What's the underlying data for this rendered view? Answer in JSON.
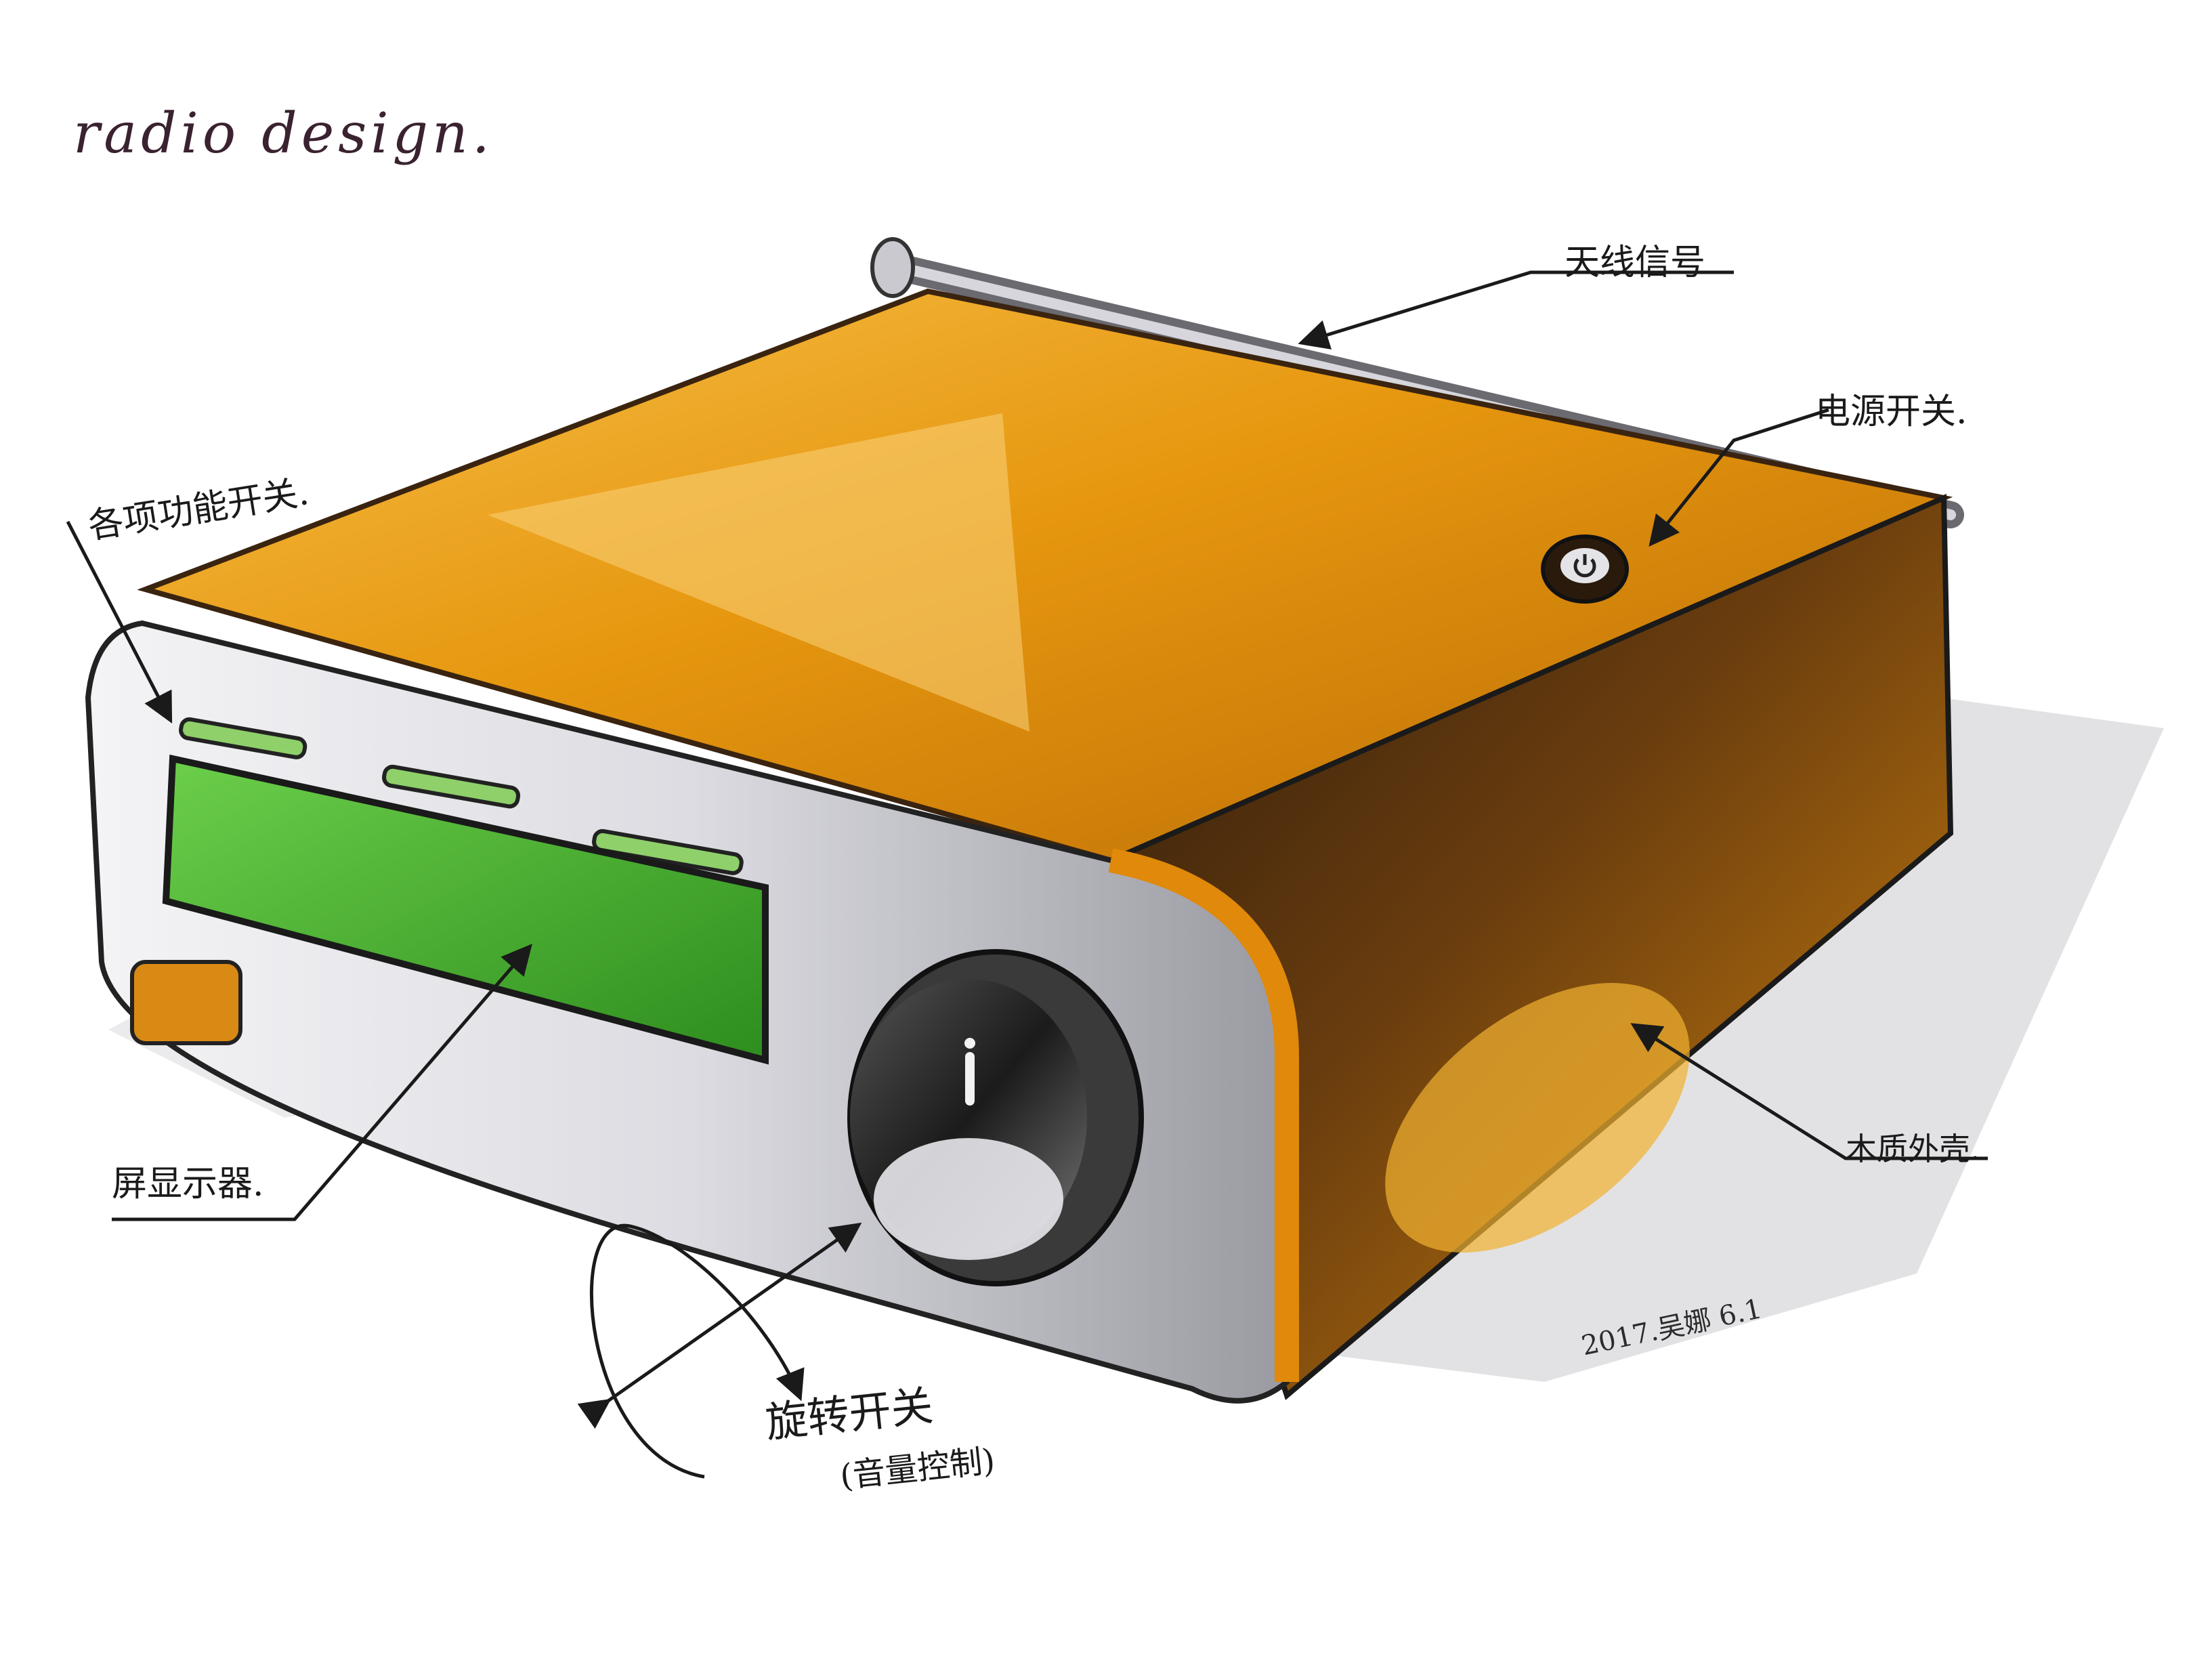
{
  "sketch": {
    "title": "radio design.",
    "annotations": {
      "antenna": "天线信号",
      "power_switch": "电源开关.",
      "function_switches": "各项功能开关.",
      "display": "屏显示器.",
      "wood_shell": "木质外壳.",
      "knob": "旋转开关",
      "knob_note": "(音量控制)",
      "signature": "2017.吴娜 6.1"
    },
    "colors": {
      "wood": "#e39a14",
      "wood_dark": "#3a2410",
      "screen": "#3fae2c",
      "metal": "#cfcfd6",
      "ink": "#1a1a1a"
    },
    "icons": [
      "power-icon",
      "knob-indicator-icon",
      "arrow-icon"
    ]
  }
}
